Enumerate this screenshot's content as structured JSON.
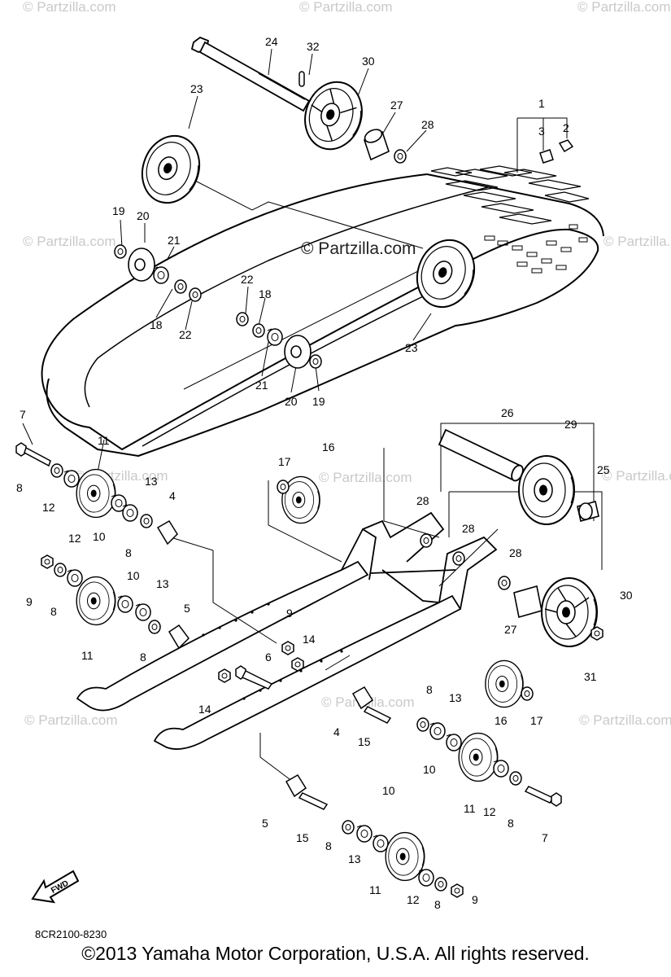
{
  "watermarks": {
    "main": "© Partzilla.com",
    "faint": "© Partzilla.com"
  },
  "diagram_code": "8CR2100-8230",
  "fwd_label": "FWD",
  "copyright": "©2013  Yamaha Motor Corporation, U.S.A. All rights reserved.",
  "callouts": {
    "c1": "1",
    "c2": "2",
    "c3": "3",
    "c4a": "4",
    "c4b": "4",
    "c5a": "5",
    "c5b": "5",
    "c6": "6",
    "c7a": "7",
    "c7b": "7",
    "c8a": "8",
    "c8b": "8",
    "c8c": "8",
    "c8d": "8",
    "c8e": "8",
    "c8f": "8",
    "c8g": "8",
    "c8h": "8",
    "c9a": "9",
    "c9b": "9",
    "c9c": "9",
    "c10a": "10",
    "c10b": "10",
    "c10c": "10",
    "c10d": "10",
    "c11a": "11",
    "c11b": "11",
    "c11c": "11",
    "c11d": "11",
    "c12a": "12",
    "c12b": "12",
    "c12c": "12",
    "c12d": "12",
    "c13a": "13",
    "c13b": "13",
    "c13c": "13",
    "c13d": "13",
    "c14a": "14",
    "c14b": "14",
    "c15a": "15",
    "c15b": "15",
    "c16a": "16",
    "c16b": "16",
    "c17a": "17",
    "c17b": "17",
    "c18a": "18",
    "c18b": "18",
    "c19a": "19",
    "c19b": "19",
    "c20a": "20",
    "c20b": "20",
    "c21a": "21",
    "c21b": "21",
    "c22a": "22",
    "c22b": "22",
    "c23a": "23",
    "c23b": "23",
    "c24": "24",
    "c25": "25",
    "c26": "26",
    "c27a": "27",
    "c27b": "27",
    "c28a": "28",
    "c28b": "28",
    "c28c": "28",
    "c28d": "28",
    "c29": "29",
    "c30a": "30",
    "c30b": "30",
    "c31": "31",
    "c32": "32"
  }
}
